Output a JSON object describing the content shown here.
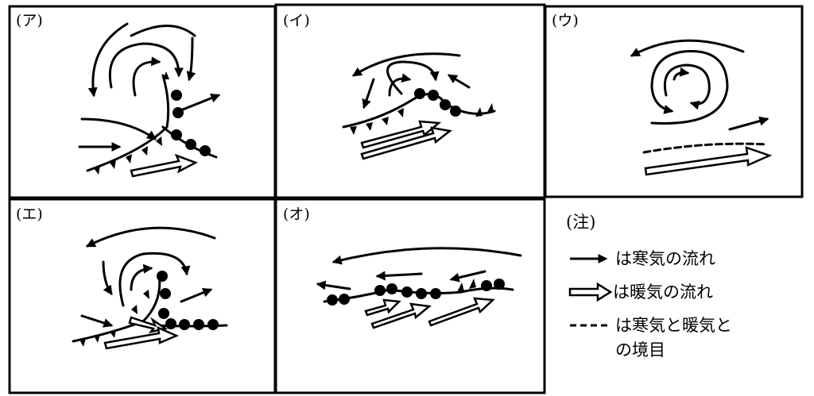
{
  "panels": [
    {
      "id": "a",
      "label": "(ア)"
    },
    {
      "id": "i",
      "label": "(イ)"
    },
    {
      "id": "u",
      "label": "(ウ)"
    },
    {
      "id": "e",
      "label": "(エ)"
    },
    {
      "id": "o",
      "label": "(オ)"
    }
  ],
  "legend": {
    "title": "(注)",
    "cold_flow": "は寒気の流れ",
    "warm_flow": "は暖気の流れ",
    "boundary_line1": "は寒気と暖気と",
    "boundary_line2": "の境目"
  },
  "colors": {
    "ink": "#000000",
    "background": "#ffffff"
  }
}
